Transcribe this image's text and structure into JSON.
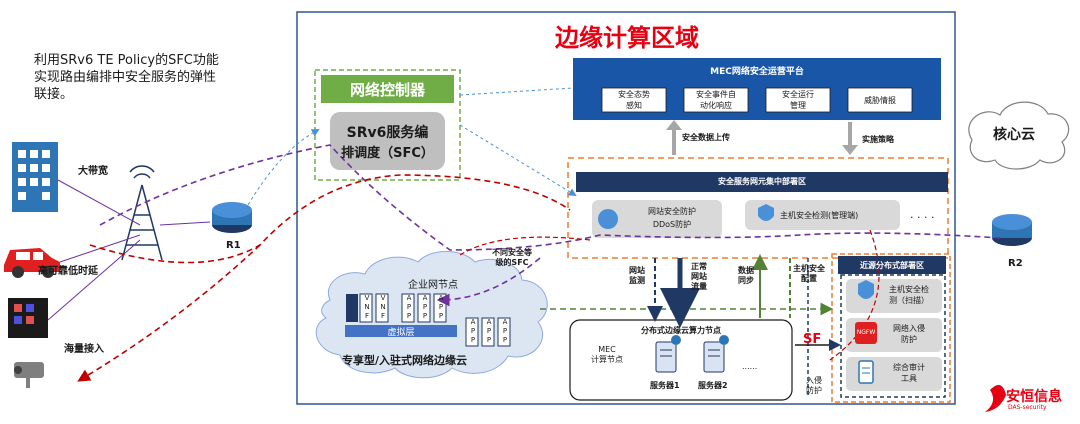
{
  "intro_text": {
    "line1": "利用SRv6 TE Policy的SFC功能",
    "line2": "实现路由编排中安全服务的弹性",
    "line3": "联接。"
  },
  "edge_title": "边缘计算区域",
  "network_controller": {
    "header": "网络控制器",
    "sfc_line1": "SRv6服务编",
    "sfc_line2": "排调度（SFC）"
  },
  "mec_platform": {
    "title": "MEC网络安全运营平台",
    "items": [
      "安全态势\n感知",
      "安全事件自\n动化响应",
      "安全运行\n管理",
      "威胁情报"
    ]
  },
  "arrows": {
    "upload": "安全数据上传",
    "strategy": "实施策略"
  },
  "core_cloud": "核心云",
  "central_zone": {
    "title": "安全服务网元集中部署区",
    "svc1": "网站安全防护\nDDoS防护",
    "svc2": "主机安全检测(管理端)",
    "ellipsis": ". . . ."
  },
  "access": {
    "broadband": "大带宽",
    "low_latency": "高可靠低时延",
    "massive": "海量接入"
  },
  "routers": {
    "r1": "R1",
    "r2": "R2"
  },
  "sfc_label": "不同安全等\n级的SFC",
  "enterprise": {
    "node": "企业网节点",
    "vnf": "V\nN\nF",
    "app": "A\nP\nP",
    "virtual": "虚拟层",
    "cloud_label": "专享型/入驻式网络边缘云"
  },
  "flows": {
    "f1": "网站\n监测",
    "f2": "正常\n网站\n流量",
    "f3": "数据\n同步",
    "f4": "主机安全\n配置"
  },
  "distributed": {
    "title": "分布式边缘云算力节点",
    "mec": "MEC\n计算节点",
    "server1": "服务器1",
    "server2": "服务器2",
    "dots": "......"
  },
  "sf_label": "SF",
  "intrusion": "入侵\n防护",
  "nearby_zone": {
    "title": "近源分布式部署区",
    "item1": "主机安全检\n测（扫描）",
    "item2": "网络入侵\n防护",
    "item3": "综合审计\n工具",
    "ngfw": "NGFW"
  },
  "logo": {
    "main": "安恒信息",
    "sub": "DAS-security"
  },
  "colors": {
    "blue_dark": "#1f3864",
    "blue_header": "#1a56a8",
    "green": "#70ad47",
    "red_title": "#e60012",
    "orange_dash": "#ed7d31",
    "red_dash": "#c00000",
    "purple_dash": "#7030a0"
  }
}
